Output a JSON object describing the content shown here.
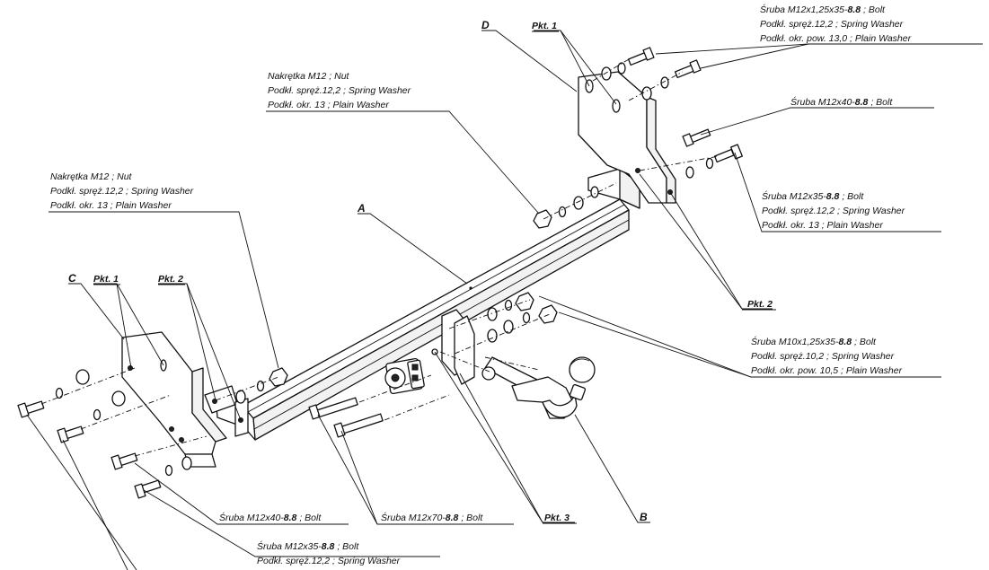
{
  "labels": {
    "topright_bolt": {
      "line1": {
        "prefix": "Śruba M12x1,25x35-",
        "bold": "8.8",
        "suffix": " ;  Bolt"
      },
      "line2": "Podkł. spręż.12,2 ; Spring Washer",
      "line3": "Podkł. okr. pow. 13,0 ; Plain Washer"
    },
    "right_bolt_m12x40": {
      "prefix": "Śruba M12x40-",
      "bold": "8.8",
      "suffix": " ;  Bolt"
    },
    "right_bolt_m12x35": {
      "line1": {
        "prefix": "Śruba M12x35-",
        "bold": "8.8",
        "suffix": " ;  Bolt"
      },
      "line2": "Podkł. spręż.12,2 ; Spring Washer",
      "line3": "Podkł. okr. 13 ; Plain Washer"
    },
    "center_nut": {
      "line1": "Nakrętka  M12 ; Nut",
      "line2": "Podkł. spręż.12,2 ; Spring Washer",
      "line3": "Podkł. okr. 13 ; Plain Washer"
    },
    "left_nut": {
      "line1": "Nakrętka  M12 ; Nut",
      "line2": "Podkł. spręż.12,2 ; Spring Washer",
      "line3": "Podkł. okr. 13 ; Plain Washer"
    },
    "right_bolt_m10": {
      "line1": {
        "prefix": "Śruba M10x1,25x35-",
        "bold": "8.8",
        "suffix": " ;  Bolt"
      },
      "line2": "Podkł. spręż.10,2 ; Spring Washer",
      "line3": "Podkł. okr. pow. 10,5 ; Plain Washer"
    },
    "bottom_bolt_m12x40": {
      "prefix": "Śruba M12x40-",
      "bold": "8.8",
      "suffix": " ;  Bolt"
    },
    "bottom_bolt_m12x70": {
      "prefix": "Śruba M12x70-",
      "bold": "8.8",
      "suffix": " ;  Bolt"
    },
    "bottom_bolt_m12x35": {
      "line1": {
        "prefix": "Śruba M12x35-",
        "bold": "8.8",
        "suffix": " ;  Bolt"
      },
      "line2": "Podkł. spręż.12,2 ; Spring Washer"
    }
  },
  "letters": {
    "a": "A",
    "b": "B",
    "c": "C",
    "d": "D"
  },
  "points": {
    "pkt1_top": "Pkt. 1",
    "pkt1_left": "Pkt. 1",
    "pkt2_left": "Pkt. 2",
    "pkt2_right": "Pkt. 2",
    "pkt3": "Pkt. 3"
  }
}
